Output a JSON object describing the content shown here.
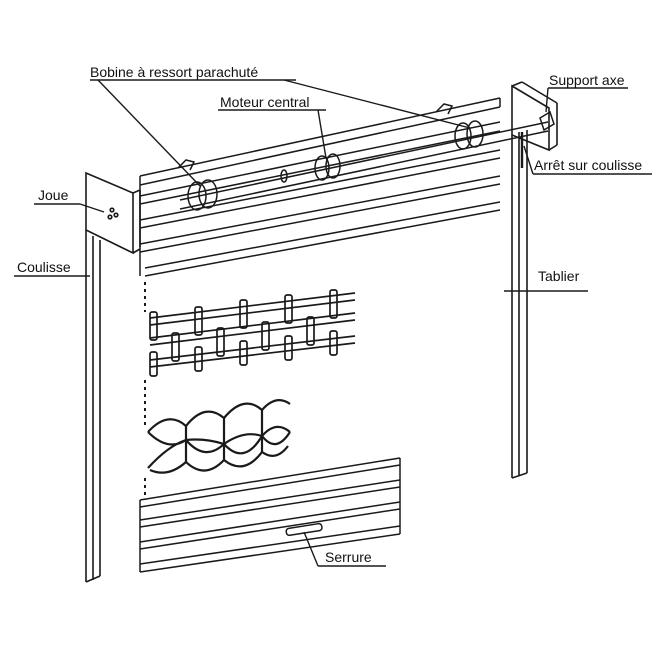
{
  "labels": {
    "bobine": "Bobine à ressort parachuté",
    "moteur": "Moteur central",
    "support": "Support axe",
    "arret": "Arrêt sur coulisse",
    "joue": "Joue",
    "coulisse": "Coulisse",
    "tablier": "Tablier",
    "serrure": "Serrure"
  },
  "colors": {
    "ink": "#1a1a1a",
    "background": "#ffffff"
  }
}
